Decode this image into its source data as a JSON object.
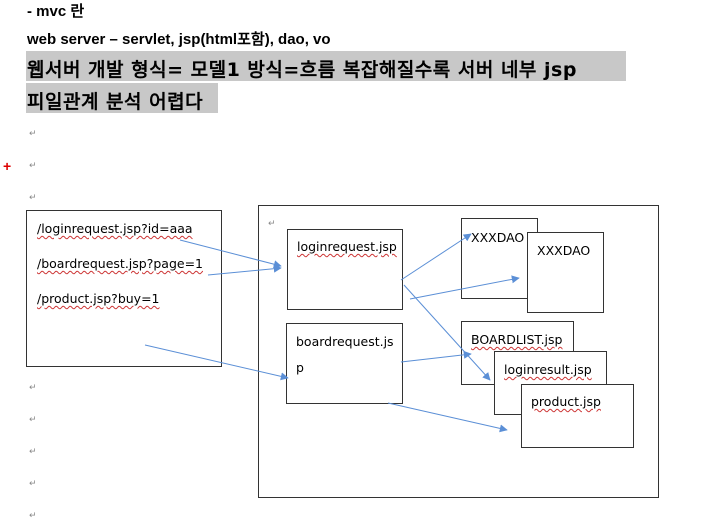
{
  "header": {
    "line1": "- mvc  란",
    "line2": "web server – servlet, jsp(html포함), dao, vo"
  },
  "highlight": {
    "line1": "웹서버 개발 형식= 모델1  방식=흐름 복잡해질수록 서버 네부 jsp",
    "line2": "피일관계 분석 어렵다"
  },
  "para_mark": "↵",
  "change_mark": "+",
  "diagram": {
    "requests": [
      "/loginrequest.jsp?id=aaa",
      "/boardrequest.jsp?page=1",
      "/product.jsp?buy=1"
    ],
    "login_box": "loginrequest.jsp",
    "board_box_line1": "boardrequest.js",
    "board_box_line2": "p",
    "dao1": "XXXDAO",
    "dao2": "XXXDAO",
    "boardlist": "BOARDLIST.jsp",
    "loginresult": "loginresult.jsp",
    "product": "product.jsp"
  },
  "colors": {
    "arrow": "#5b8fd6",
    "highlight_bg": "#c8c8c8",
    "spell_underline": "#c33"
  }
}
